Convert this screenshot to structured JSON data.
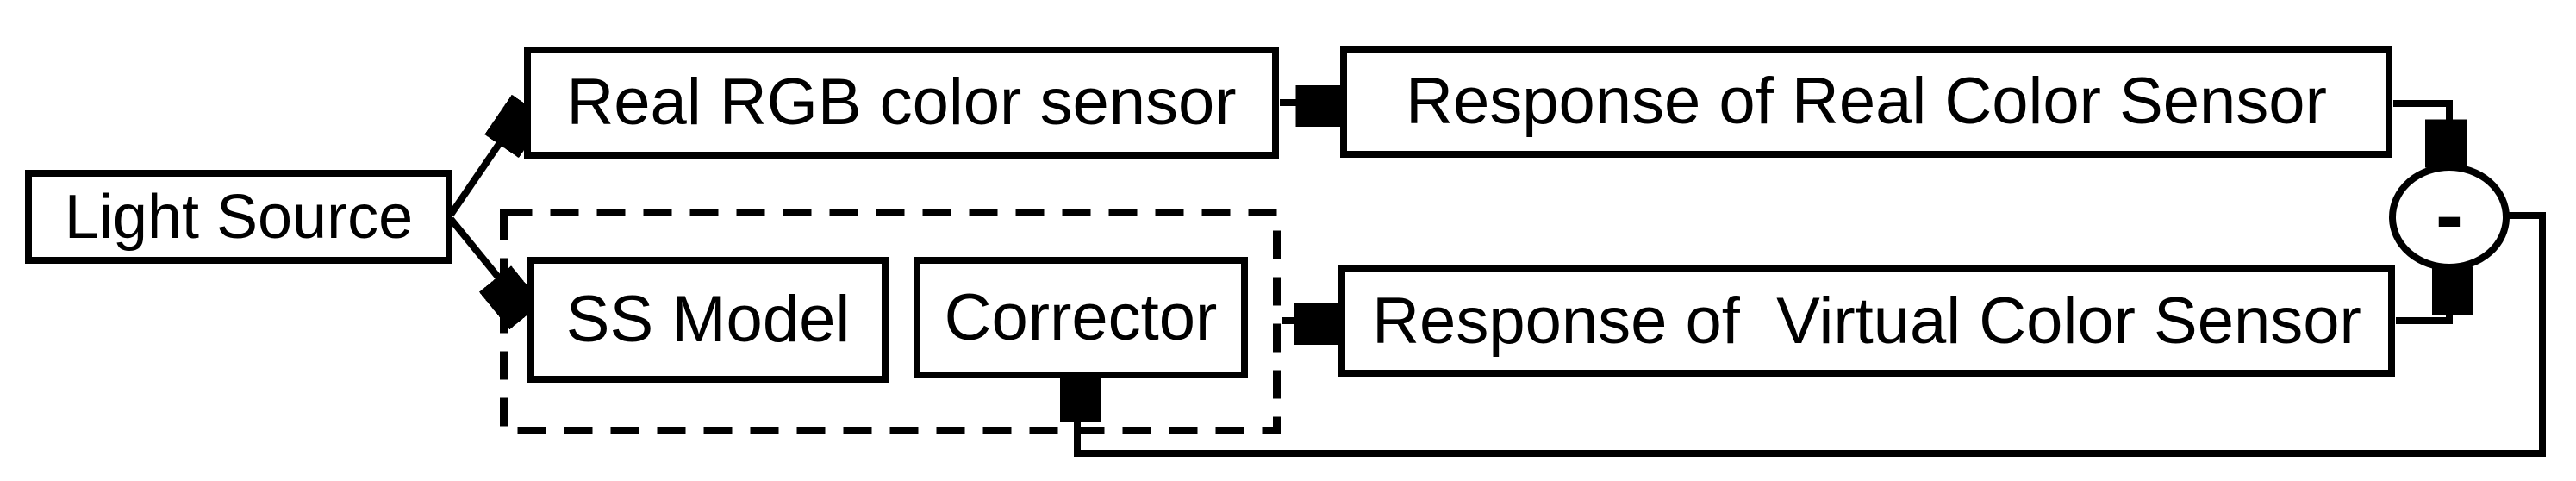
{
  "diagram": {
    "title": "Virtual color sensor correction block diagram",
    "colors": {
      "line": "#000000",
      "background": "#ffffff",
      "text": "#000000"
    },
    "nodes": {
      "light_source": {
        "label": "Light Source"
      },
      "real_rgb_sensor": {
        "label": "Real RGB color sensor"
      },
      "response_real_sensor": {
        "label": "Response of Real Color Sensor"
      },
      "ss_model": {
        "label": "SS Model"
      },
      "corrector": {
        "label": "Corrector"
      },
      "response_virtual_sensor": {
        "label": "Response of  Virtual Color Sensor"
      },
      "difference_node": {
        "label": "-"
      }
    },
    "groups": {
      "virtual_sensor_dashed_group": {
        "style": "dashed",
        "contains": [
          "ss_model",
          "corrector"
        ]
      }
    },
    "edges": [
      {
        "from": "light_source",
        "to": "real_rgb_sensor"
      },
      {
        "from": "light_source",
        "to": "ss_model"
      },
      {
        "from": "real_rgb_sensor",
        "to": "response_real_sensor"
      },
      {
        "from": "virtual_sensor_dashed_group",
        "to": "response_virtual_sensor"
      },
      {
        "from": "response_real_sensor",
        "to": "difference_node"
      },
      {
        "from": "response_virtual_sensor",
        "to": "difference_node"
      },
      {
        "from": "difference_node",
        "to": "corrector",
        "type": "feedback"
      }
    ]
  }
}
